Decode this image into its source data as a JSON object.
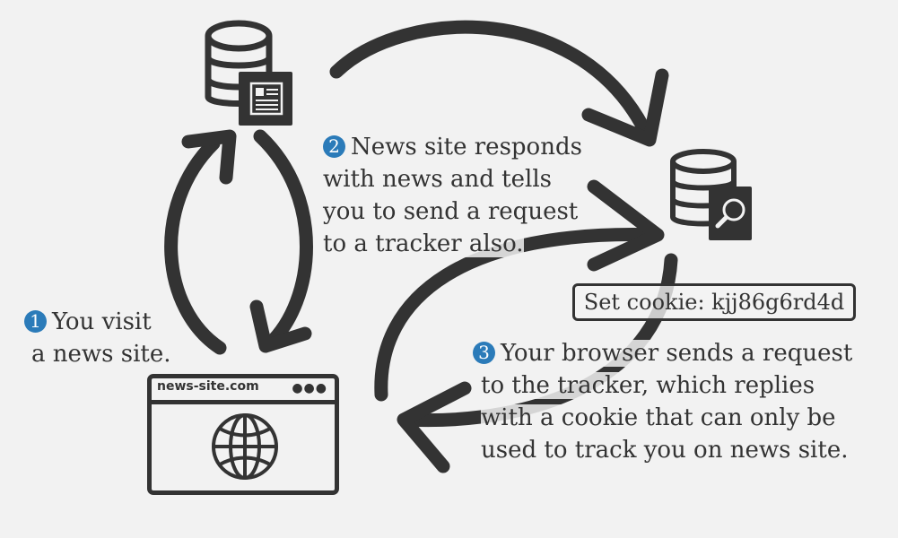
{
  "steps": [
    {
      "number": "1",
      "lines": [
        "You visit",
        "a news site."
      ]
    },
    {
      "number": "2",
      "lines": [
        "News site responds",
        "with news and tells",
        "you to send a request",
        "to a tracker also."
      ]
    },
    {
      "number": "3",
      "lines": [
        "Your browser sends a request",
        "to the tracker, which replies",
        "with a cookie that can only be",
        "used to track you on news site."
      ]
    }
  ],
  "cookie_label": "Set cookie: kjj86g6rd4d",
  "browser": {
    "url": "news-site.com",
    "menu": "●●●"
  },
  "icons": [
    "news-database-icon",
    "tracker-database-icon",
    "globe-icon",
    "newspaper-icon",
    "magnifier-icon"
  ],
  "colors": {
    "background": "#f2f2f2",
    "ink": "#333333",
    "step_badge": "#2b7bb9"
  }
}
